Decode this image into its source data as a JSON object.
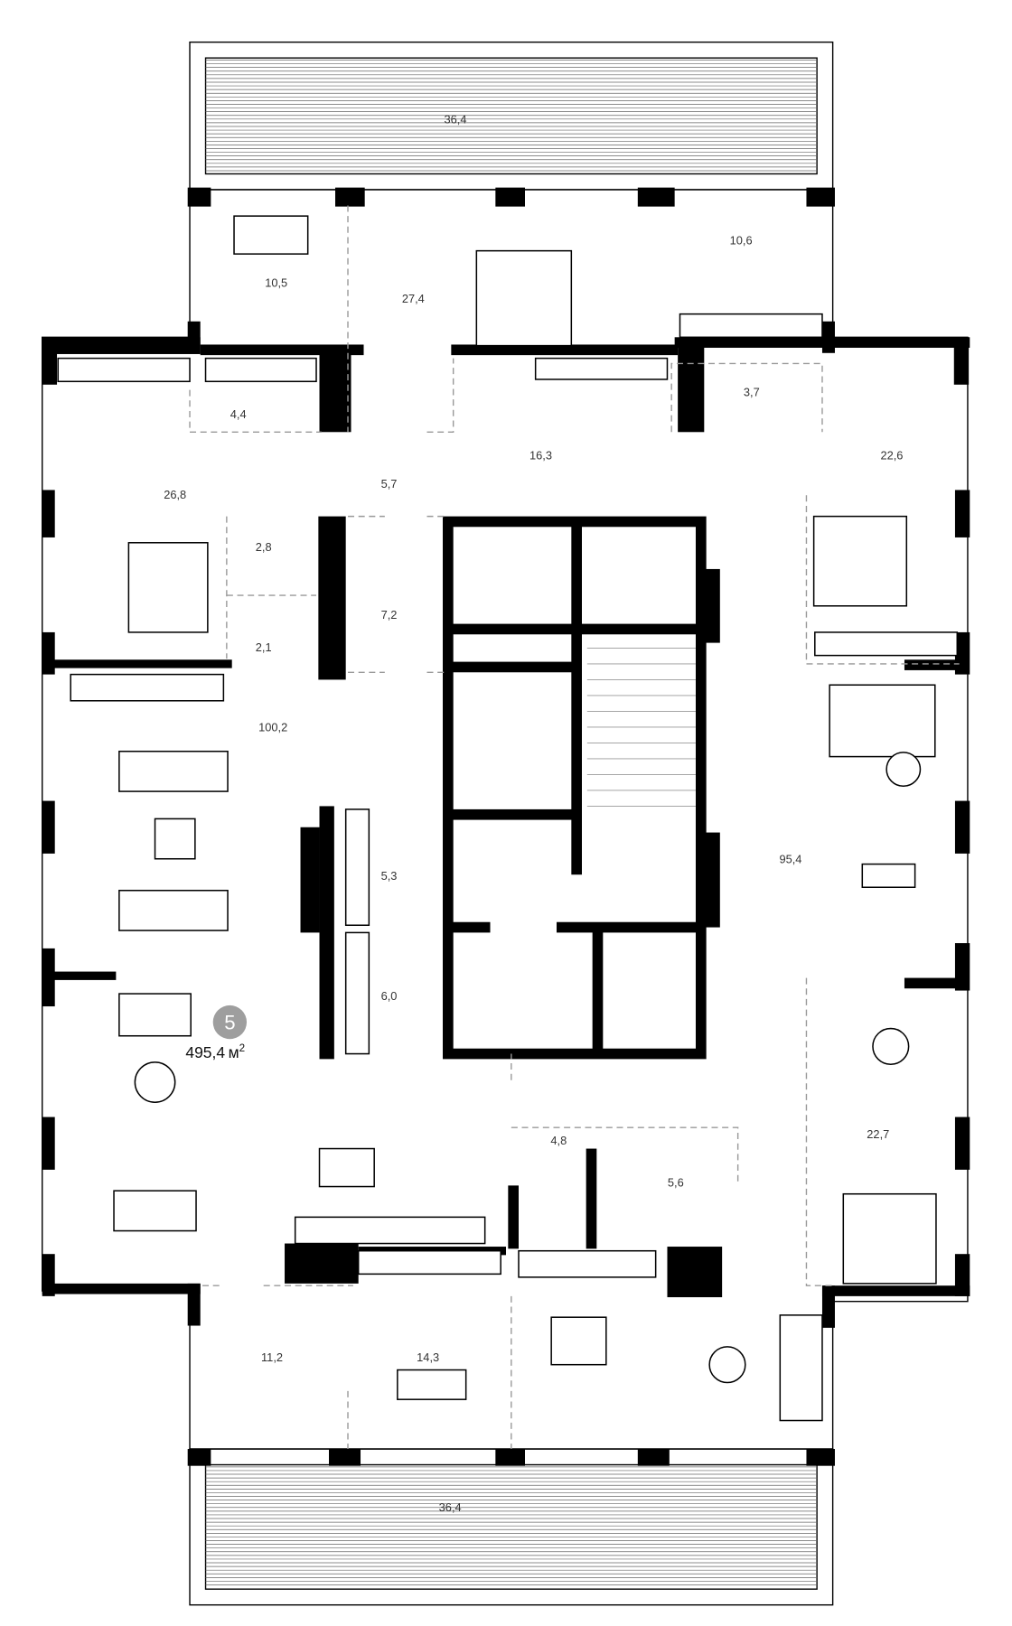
{
  "plan": {
    "apartment_number": "5",
    "total_area": "495,4",
    "total_unit": "м",
    "total_unit_sup": "2",
    "badge_color": "#9e9e9e",
    "rooms": {
      "balcony_top": "36,4",
      "bath_top_left": "10,5",
      "bedroom_top": "27,4",
      "study_top_right": "10,6",
      "wc_4_4": "4,4",
      "shower_3_7": "3,7",
      "dressing_16_3": "16,3",
      "bedroom_22_6": "22,6",
      "hall_5_7": "5,7",
      "bedroom_26_8": "26,8",
      "bath_2_8": "2,8",
      "corridor_7_2": "7,2",
      "wc_2_1": "2,1",
      "living_100_2": "100,2",
      "living_95_4": "95,4",
      "storage_5_3": "5,3",
      "storage_6_0": "6,0",
      "bedroom_22_7": "22,7",
      "bath_4_8": "4,8",
      "bath_5_6": "5,6",
      "room_11_2": "11,2",
      "office_14_3": "14,3",
      "balcony_bottom": "36,4"
    }
  }
}
